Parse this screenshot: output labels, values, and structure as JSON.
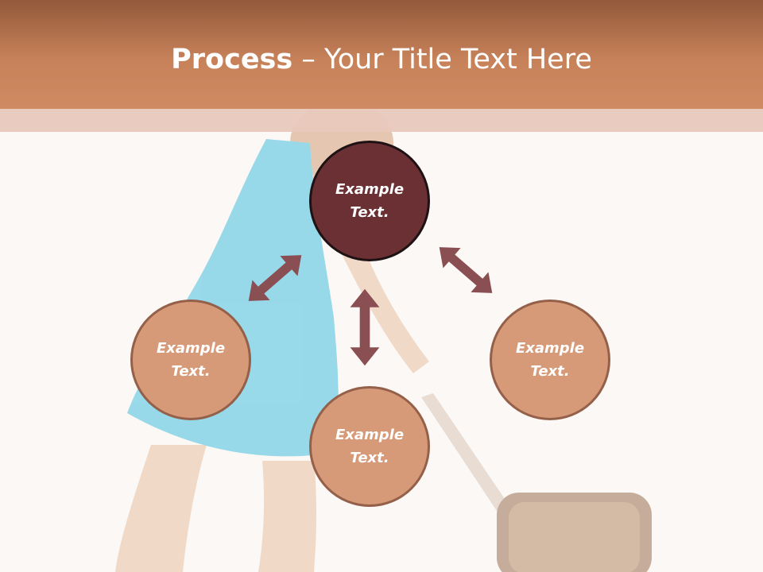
{
  "slide": {
    "title_bold": "Process",
    "title_rest": " – Your Title Text Here"
  },
  "circles": {
    "top": "Example Text.",
    "left": "Example Text.",
    "right": "Example Text.",
    "bottom": "Example Text."
  },
  "colors": {
    "header": "#c7825a",
    "circle_dark": "#6a3033",
    "circle_light": "#d69a78",
    "arrow": "#8a4f52"
  },
  "icons": {
    "arrow": "double-headed-arrow-icon"
  }
}
